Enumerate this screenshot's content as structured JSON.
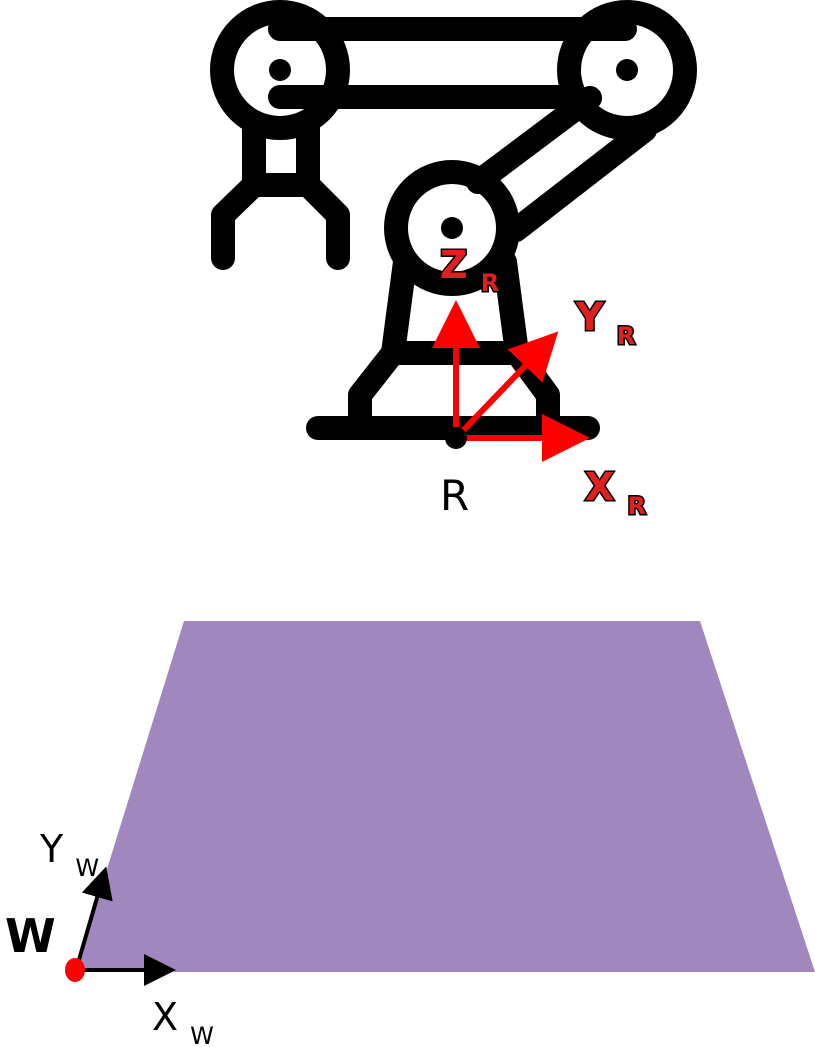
{
  "colors": {
    "robot": "#000000",
    "robot_axes": "#ff0000",
    "world_axes": "#000000",
    "world_origin": "#ff0000",
    "workspace_plane": "#a087bd",
    "background": "#ffffff"
  },
  "icons": {
    "robot": "robot-arm-icon"
  },
  "robot_frame": {
    "origin_label": "R",
    "x_axis": {
      "main": "X",
      "sub": "R"
    },
    "y_axis": {
      "main": "Y",
      "sub": "R"
    },
    "z_axis": {
      "main": "Z",
      "sub": "R"
    }
  },
  "world_frame": {
    "origin_label": "W",
    "x_axis": {
      "main": "X",
      "sub": "W"
    },
    "y_axis": {
      "main": "Y",
      "sub": "W"
    }
  }
}
